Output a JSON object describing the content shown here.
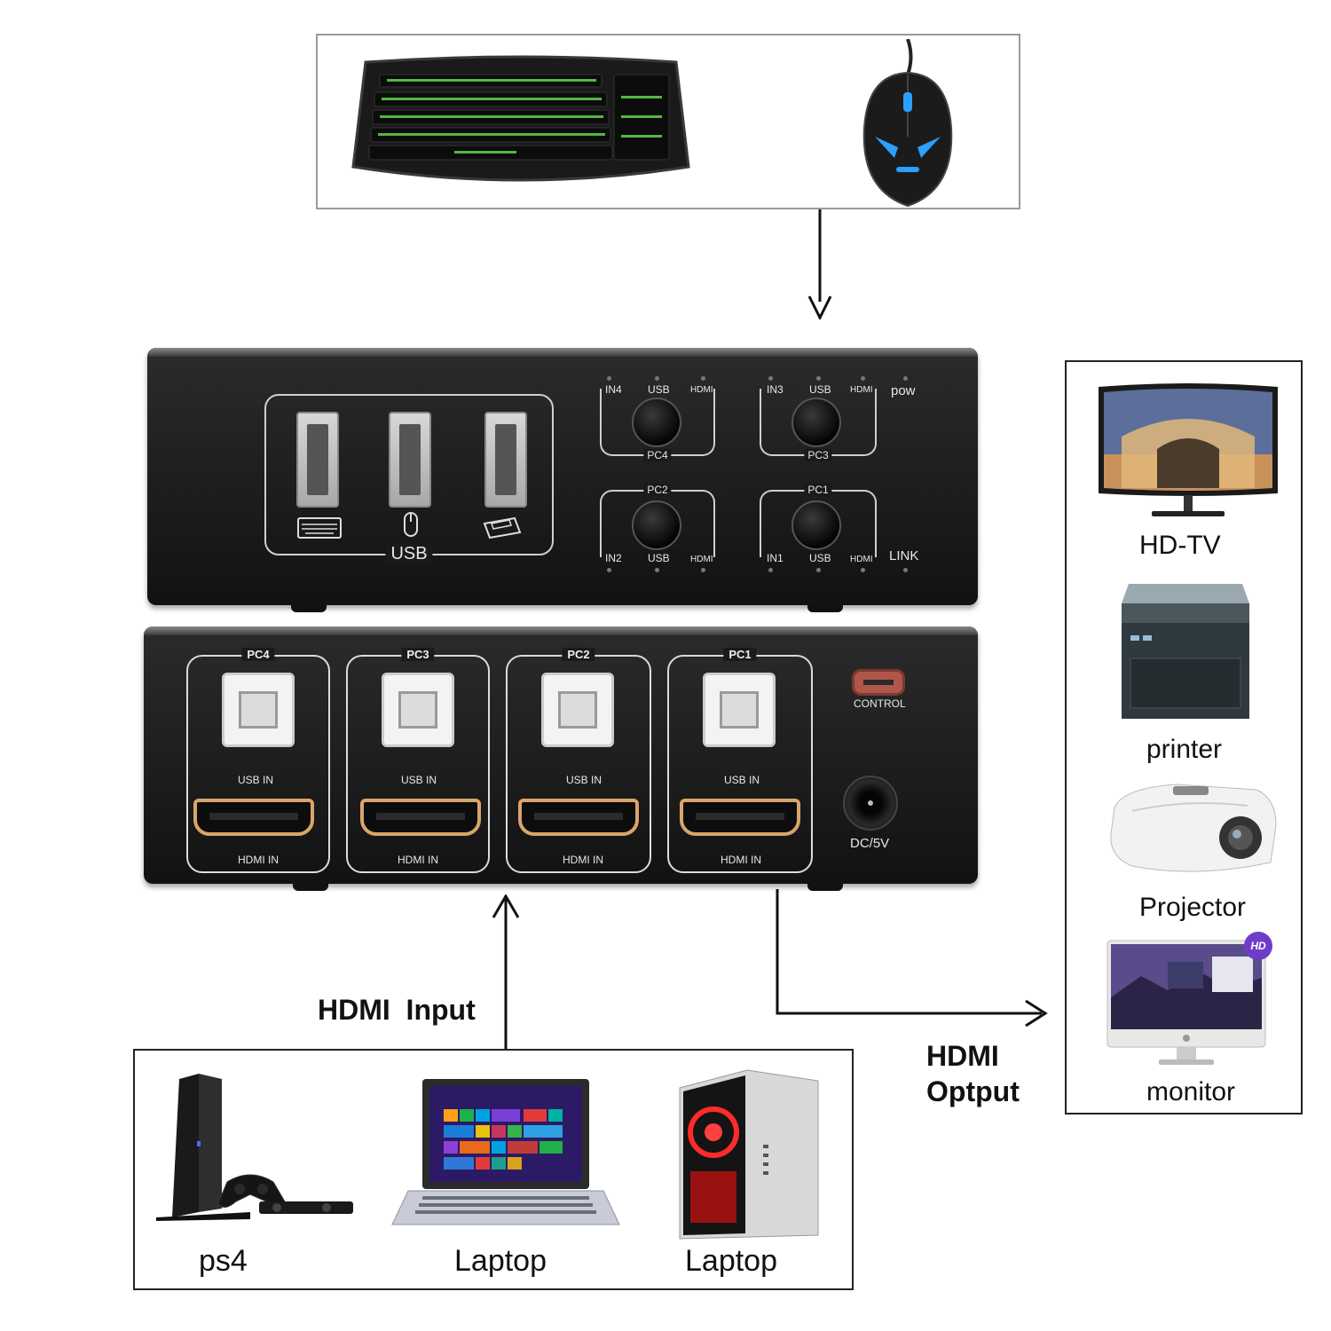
{
  "input_peripherals": {
    "keyboard_icon": "keyboard-icon",
    "mouse_icon": "mouse-icon"
  },
  "top_panel": {
    "usb_label": "USB",
    "usb_icons": [
      "keyboard-icon",
      "mouse-icon",
      "printer-icon"
    ],
    "groups": [
      {
        "in": "IN4",
        "usb": "USB",
        "hdmi": "HDMI",
        "pc": "PC4"
      },
      {
        "in": "IN3",
        "usb": "USB",
        "hdmi": "HDMI",
        "pc": "PC3"
      },
      {
        "in": "IN2",
        "usb": "USB",
        "hdmi": "HDMI",
        "pc": "PC2"
      },
      {
        "in": "IN1",
        "usb": "USB",
        "hdmi": "HDMI",
        "pc": "PC1"
      }
    ],
    "pow": "pow",
    "link": "LINK"
  },
  "back_panel": {
    "ports": [
      {
        "pc": "PC4",
        "usb_in": "USB IN",
        "hdmi_in": "HDMI IN"
      },
      {
        "pc": "PC3",
        "usb_in": "USB IN",
        "hdmi_in": "HDMI IN"
      },
      {
        "pc": "PC2",
        "usb_in": "USB IN",
        "hdmi_in": "HDMI IN"
      },
      {
        "pc": "PC1",
        "usb_in": "USB IN",
        "hdmi_in": "HDMI IN"
      }
    ],
    "control": "CONTROL",
    "dc": "DC/5V"
  },
  "input": {
    "label": "HDMI  Input",
    "sources": [
      {
        "label": "ps4",
        "icon": "ps4-console-icon"
      },
      {
        "label": "Laptop",
        "icon": "laptop-icon"
      },
      {
        "label": "Laptop",
        "icon": "desktop-pc-icon"
      }
    ]
  },
  "output": {
    "label_line1": "HDMI",
    "label_line2": "Optput",
    "devices": [
      {
        "label": "HD-TV",
        "icon": "tv-icon"
      },
      {
        "label": "printer",
        "icon": "printer-icon"
      },
      {
        "label": "Projector",
        "icon": "projector-icon"
      },
      {
        "label": "monitor",
        "icon": "monitor-icon"
      }
    ],
    "hd_badge": "HD"
  },
  "colors": {
    "accent_green": "#5fd64a",
    "mouse_blue": "#2aa0ff",
    "hdmi_gold": "#d9a56b"
  }
}
